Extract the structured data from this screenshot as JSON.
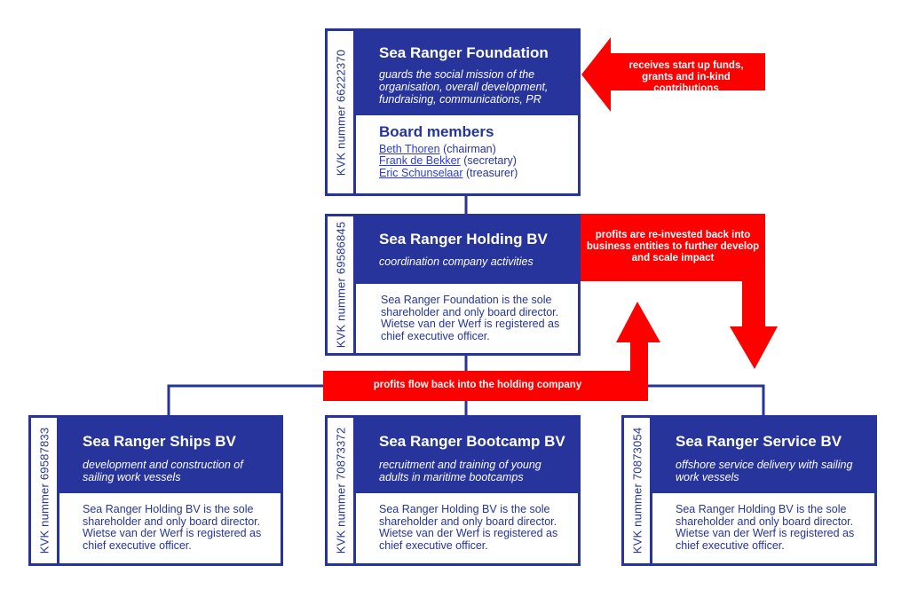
{
  "foundation": {
    "kvk": "KVK nummer 66222370",
    "name": "Sea Ranger Foundation",
    "description": "guards the social mission of the organisation, overall development, fundraising, communications, PR",
    "board_title": "Board members",
    "members": [
      {
        "name": "Beth Thoren",
        "role": "(chairman)"
      },
      {
        "name": "Frank de Bekker",
        "role": "(secretary)"
      },
      {
        "name": "Eric Schunselaar",
        "role": "(treasurer)"
      }
    ]
  },
  "holding": {
    "kvk": "KVK nummer 69586845",
    "name": "Sea Ranger Holding BV",
    "description": "coordination company activities",
    "body": "Sea Ranger Foundation is the sole shareholder and only board director. Wietse van der Werf is registered as chief executive officer."
  },
  "subsidiaries": [
    {
      "kvk": "KVK nummer 69587833",
      "name": "Sea Ranger Ships BV",
      "description": "development and construction of sailing work vessels",
      "body": "Sea Ranger Holding BV is the sole shareholder and only board director. Wietse van der Werf is registered as chief executive officer."
    },
    {
      "kvk": "KVK nummer 70873372",
      "name": "Sea Ranger Bootcamp BV",
      "description": "recruitment and training of young adults in maritime bootcamps",
      "body": "Sea Ranger Holding BV is the sole shareholder and only board director. Wietse van der Werf is registered as chief executive officer."
    },
    {
      "kvk": "KVK nummer 70873054",
      "name": "Sea Ranger Service BV",
      "description": "offshore service delivery with sailing work vessels",
      "body": "Sea Ranger Holding BV is the sole shareholder and only board director. Wietse van der Werf is registered as chief executive officer."
    }
  ],
  "annotations": {
    "funds": "receives start up funds, grants and in-kind contributions",
    "reinvest": "profits are re-invested back into business entities to further develop and scale impact",
    "profits_flow": "profits flow back into the holding company"
  },
  "colors": {
    "navy": "#26349b",
    "red": "#ff0000",
    "link": "#2b3cd6"
  }
}
